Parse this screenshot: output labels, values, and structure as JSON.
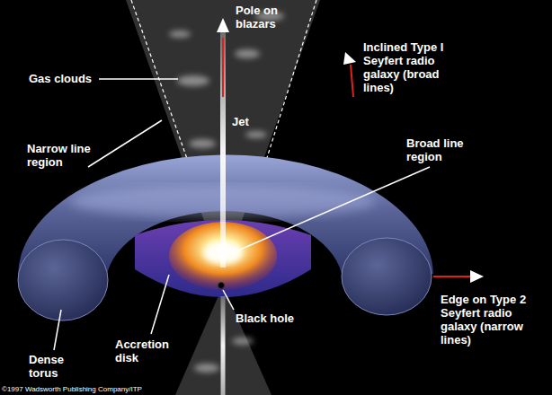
{
  "diagram": {
    "labels": [
      "Pole on blazars",
      "Gas clouds",
      "Jet",
      "Narrow line region",
      "Broad line region",
      "Inclined Type I Seyfert radio galaxy (broad lines)",
      "Edge on Type 2 Seyfert radio galaxy (narrow lines)",
      "Dense torus",
      "Accretion disk",
      "Black hole",
      "©1997 Wadsworth Publishing Company/ITP"
    ]
  }
}
